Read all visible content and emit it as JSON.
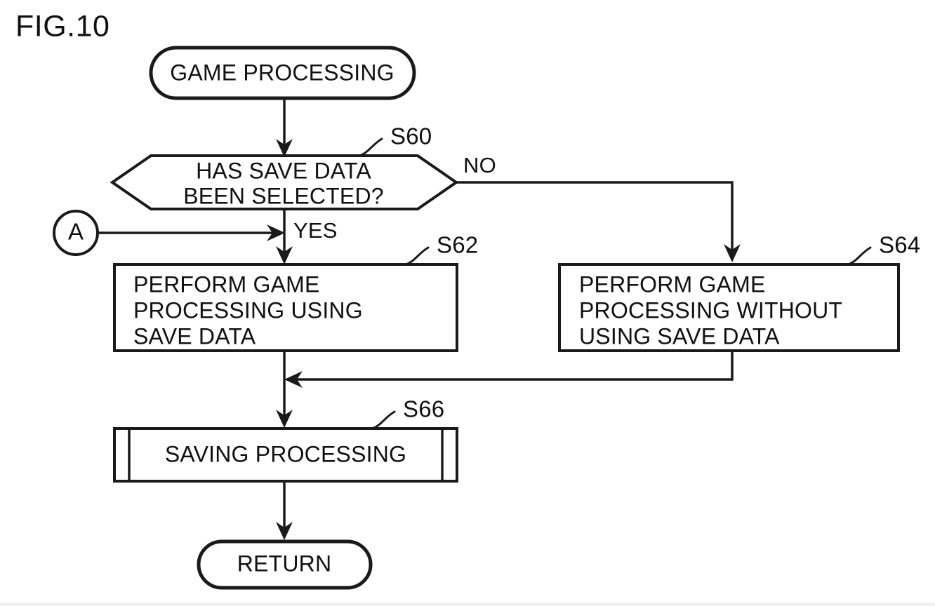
{
  "figure": {
    "label": "FIG.10",
    "type": "patent-flowchart",
    "background_color": "#ffffff",
    "ink_color": "#1a1a1a"
  },
  "nodes": {
    "start": {
      "shape": "terminator",
      "label": "GAME PROCESSING"
    },
    "decision": {
      "shape": "hexagon",
      "step_id": "S60",
      "line1": "HAS SAVE DATA",
      "line2": "BEEN SELECTED?",
      "branch_yes": "YES",
      "branch_no": "NO"
    },
    "process_yes": {
      "shape": "process",
      "step_id": "S62",
      "line1": "PERFORM GAME",
      "line2": "PROCESSING USING",
      "line3": "SAVE DATA"
    },
    "process_no": {
      "shape": "process",
      "step_id": "S64",
      "line1": "PERFORM GAME",
      "line2": "PROCESSING WITHOUT",
      "line3": "USING SAVE DATA"
    },
    "subroutine": {
      "shape": "predefined-process",
      "step_id": "S66",
      "label": "SAVING PROCESSING"
    },
    "end": {
      "shape": "terminator",
      "label": "RETURN"
    },
    "connector_a": {
      "shape": "circle-connector",
      "label": "A"
    }
  },
  "chart_data": {
    "type": "diagram",
    "title": "FIG.10",
    "nodes": [
      {
        "id": "start",
        "text": "GAME PROCESSING",
        "shape": "terminator"
      },
      {
        "id": "S60",
        "text": "HAS SAVE DATA BEEN SELECTED?",
        "shape": "decision"
      },
      {
        "id": "S62",
        "text": "PERFORM GAME PROCESSING USING SAVE DATA",
        "shape": "process"
      },
      {
        "id": "S64",
        "text": "PERFORM GAME PROCESSING WITHOUT USING SAVE DATA",
        "shape": "process"
      },
      {
        "id": "S66",
        "text": "SAVING PROCESSING",
        "shape": "predefined-process"
      },
      {
        "id": "end",
        "text": "RETURN",
        "shape": "terminator"
      },
      {
        "id": "A",
        "text": "A",
        "shape": "connector"
      }
    ],
    "edges": [
      {
        "from": "start",
        "to": "S60",
        "label": ""
      },
      {
        "from": "S60",
        "to": "S62",
        "label": "YES"
      },
      {
        "from": "S60",
        "to": "S64",
        "label": "NO"
      },
      {
        "from": "A",
        "to": "S62",
        "label": ""
      },
      {
        "from": "S62",
        "to": "S66",
        "label": ""
      },
      {
        "from": "S64",
        "to": "S66",
        "label": ""
      },
      {
        "from": "S66",
        "to": "end",
        "label": ""
      }
    ]
  }
}
